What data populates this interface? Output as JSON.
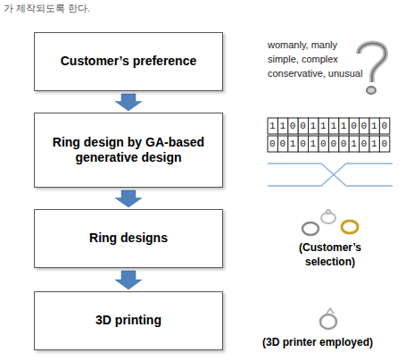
{
  "diagram": {
    "nodes": [
      {
        "text": [
          "Customer’s preference"
        ]
      },
      {
        "text": [
          "Ring design by GA-based generative design"
        ]
      },
      {
        "text": [
          "Ring designs"
        ]
      },
      {
        "text": [
          "3D printing"
        ]
      }
    ],
    "edges": [
      {
        "from": 0,
        "to": 1,
        "arrow": "to"
      },
      {
        "from": 1,
        "to": 2,
        "arrow": "to"
      },
      {
        "from": 2,
        "to": 3,
        "arrow": "to"
      }
    ],
    "labels": [
      "가 제작되도록 한다.",
      "womanly, manly",
      "simple, complex",
      "conservative, unusual",
      "110011110010",
      "001010001010",
      "(Customer’s selection)",
      "(3D printer employed)"
    ]
  }
}
